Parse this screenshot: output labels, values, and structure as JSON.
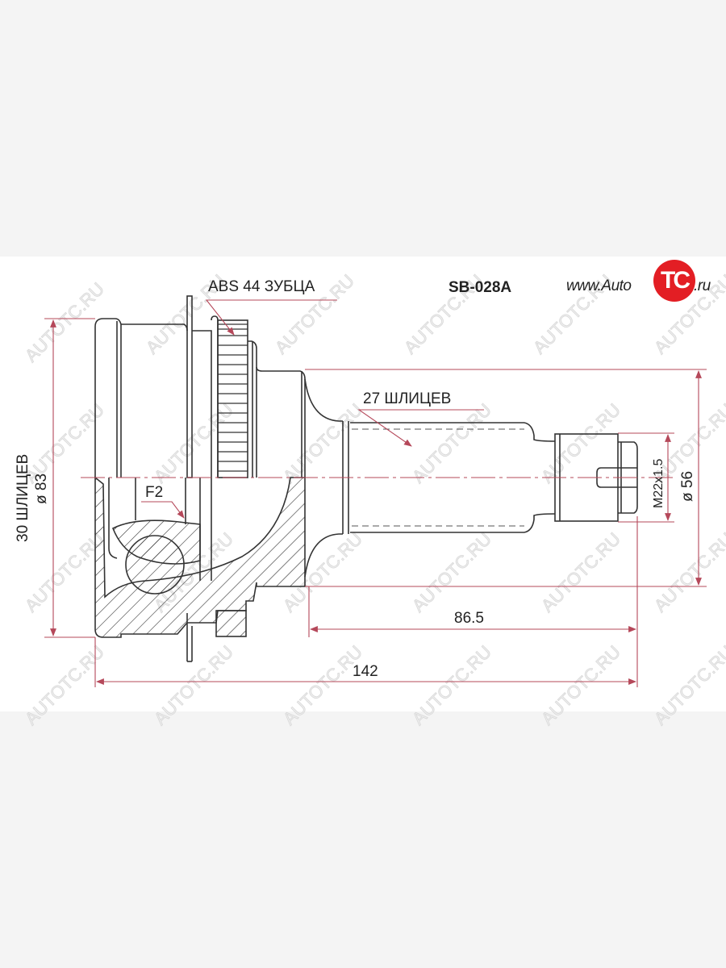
{
  "drawing": {
    "part_number": "SB-028A",
    "abs_label": "ABS 44 ЗУБЦА",
    "inner_splines_label": "30 ШЛИЦЕВ",
    "outer_diameter_label": "ø 83",
    "shaft_splines_label": "27 ШЛИЦЕВ",
    "thread_label": "M22x1.5",
    "shaft_diameter_label": "ø 56",
    "length_shaft_label": "86.5",
    "length_total_label": "142",
    "f2_label": "F2"
  },
  "logo": {
    "prefix": "www.Auto",
    "circle_text": "TC",
    "suffix": ".ru",
    "circle_color": "#e31e24"
  },
  "watermark": "AUTOTC.RU",
  "colors": {
    "line": "#333333",
    "dimension": "#b5485a",
    "background": "#ffffff",
    "outer": "#f4f4f4"
  }
}
